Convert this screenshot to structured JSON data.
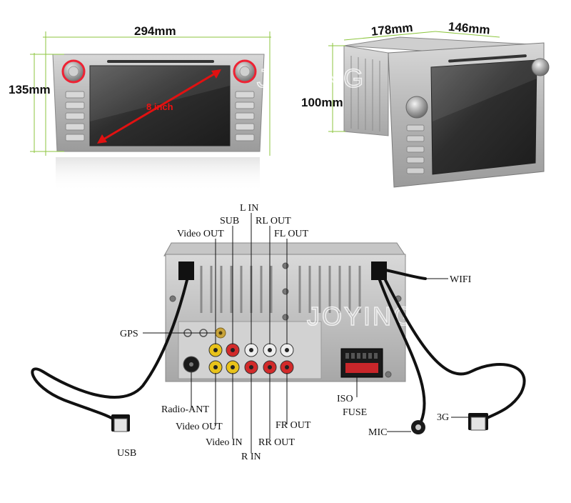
{
  "dimensions": {
    "width": "294mm",
    "height": "135mm",
    "depth": "178mm",
    "rear_width": "146mm",
    "chassis_height": "100mm"
  },
  "screen_label": "8 inch",
  "watermark": "JOYING",
  "ports_top": {
    "l_in": "L IN",
    "sub": "SUB",
    "rl_out": "RL OUT",
    "video_out": "Video OUT",
    "fl_out": "FL OUT",
    "wifi": "WIFI",
    "gps": "GPS"
  },
  "ports_bottom": {
    "radio_ant": "Radio-ANT",
    "video_out": "Video OUT",
    "usb": "USB",
    "video_in": "Video IN",
    "r_in": "R IN",
    "rr_out": "RR OUT",
    "fr_out": "FR OUT",
    "iso": "ISO",
    "fuse": "FUSE",
    "mic": "MIC",
    "three_g": "3G"
  },
  "colors": {
    "guide_line": "#8dc63f",
    "screen_arrow": "#e11111",
    "rca_red": "#d22a2a",
    "rca_yellow": "#e8c21a",
    "rca_white": "#eeeeee"
  }
}
